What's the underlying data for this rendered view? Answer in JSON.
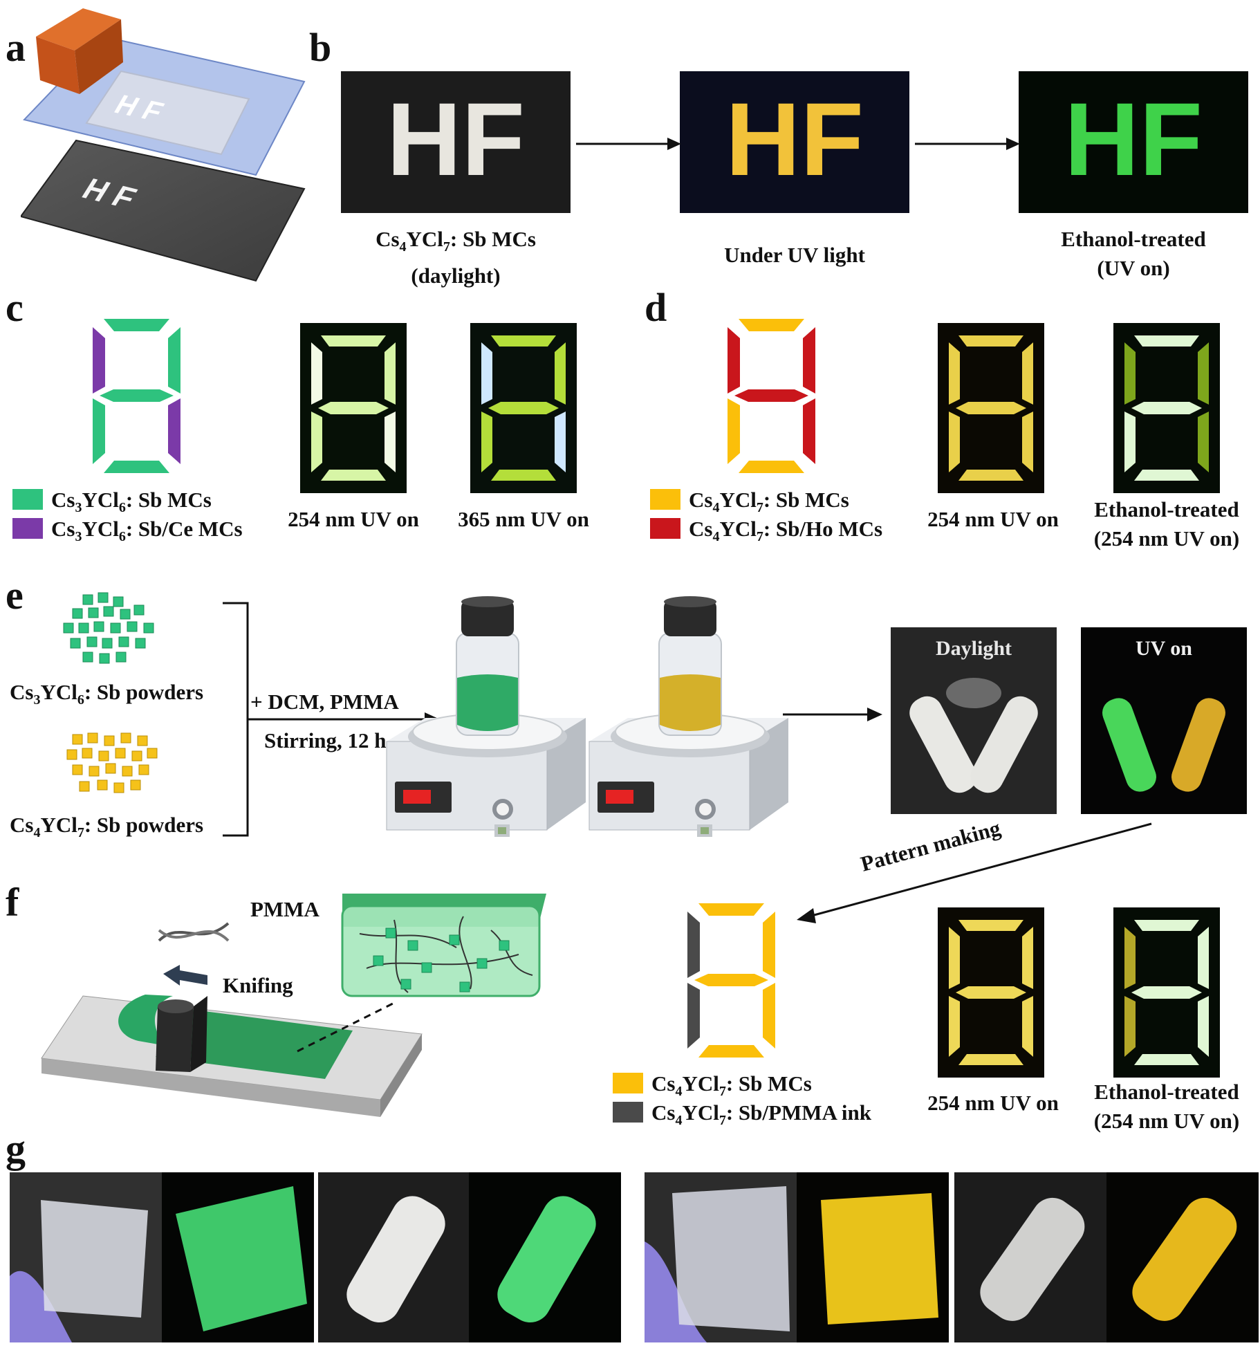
{
  "panel_labels": {
    "a": "a",
    "b": "b",
    "c": "c",
    "d": "d",
    "e": "e",
    "f": "f",
    "g": "g"
  },
  "panel_a": {
    "stamp_text_top": "H F",
    "stamp_text_bottom": "H F"
  },
  "panel_b": {
    "photo_text": "HF",
    "cap1_formula_pre": "Cs",
    "cap1_sub1": "4",
    "cap1_mid": "YCl",
    "cap1_sub2": "7",
    "cap1_post": ": Sb MCs",
    "cap1_line2": "(daylight)",
    "cap2": "Under UV light",
    "cap3_line1": "Ethanol-treated",
    "cap3_line2": "(UV on)",
    "colors": {
      "daylight": "#e8e6df",
      "uv": "#f2c23a",
      "ethanol": "#3fd24a"
    }
  },
  "panel_c": {
    "legend": [
      {
        "pre": "Cs",
        "s1": "3",
        "mid": "YCl",
        "s2": "6",
        "post": ": Sb MCs",
        "color": "#2ec27e"
      },
      {
        "pre": "Cs",
        "s1": "3",
        "mid": "YCl",
        "s2": "6",
        "post": ": Sb/Ce MCs",
        "color": "#7b3aa8"
      }
    ],
    "cap1": "254 nm UV on",
    "cap2": "365 nm UV on"
  },
  "panel_d": {
    "legend": [
      {
        "pre": "Cs",
        "s1": "4",
        "mid": "YCl",
        "s2": "7",
        "post": ": Sb MCs",
        "color": "#fbbf0a"
      },
      {
        "pre": "Cs",
        "s1": "4",
        "mid": "YCl",
        "s2": "7",
        "post": ": Sb/Ho MCs",
        "color": "#c9161c"
      }
    ],
    "cap1": "254 nm UV on",
    "cap2_line1": "Ethanol-treated",
    "cap2_line2": "(254 nm UV on)"
  },
  "panel_e": {
    "powder1": {
      "pre": "Cs",
      "s1": "3",
      "mid": "YCl",
      "s2": "6",
      "post": ": Sb powders",
      "color": "#2ec27e"
    },
    "powder2": {
      "pre": "Cs",
      "s1": "4",
      "mid": "YCl",
      "s2": "7",
      "post": ": Sb powders",
      "color": "#f5c21a"
    },
    "step_line1": "+ DCM, PMMA",
    "step_line2": "Stirring, 12 h",
    "photo1_label": "Daylight",
    "photo2_label": "UV on",
    "arrow_label": "Pattern making"
  },
  "panel_f": {
    "pmma_label": "PMMA",
    "knifing_label": "Knifing",
    "legend": [
      {
        "pre": "Cs",
        "s1": "4",
        "mid": "YCl",
        "s2": "7",
        "post": ": Sb MCs",
        "color": "#fbbf0a"
      },
      {
        "pre": "Cs",
        "s1": "4",
        "mid": "YCl",
        "s2": "7",
        "post": ": Sb/PMMA ink",
        "color": "#4a4a4a"
      }
    ],
    "cap1": "254 nm UV on",
    "cap2_line1": "Ethanol-treated",
    "cap2_line2": "(254 nm UV on)"
  }
}
